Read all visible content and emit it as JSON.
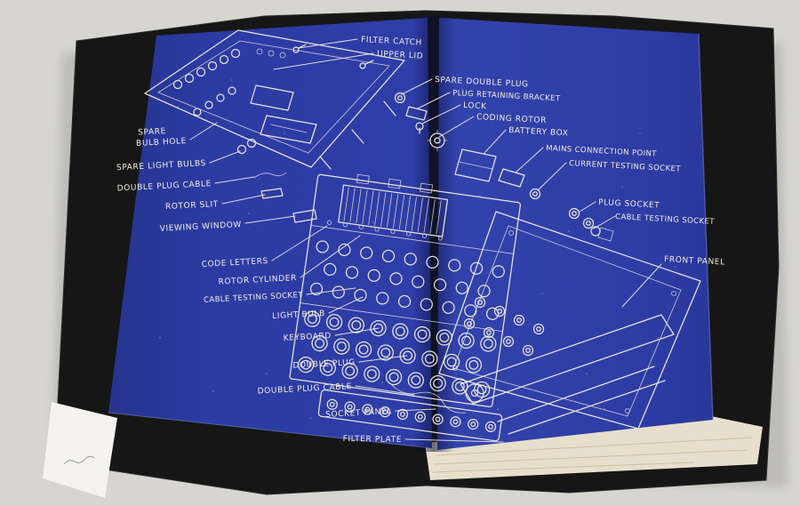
{
  "scene": {
    "colors": {
      "background": "#d6d5d1",
      "cover_black": "#161616",
      "endpaper_blue_left": "#2c3ba2",
      "endpaper_blue_right": "#3343ad",
      "ink_white": "#f1edde",
      "page_edge_cream": "#e7dfcb",
      "flyleaf_white": "#f4f3ef"
    }
  },
  "blueprint": {
    "labels": {
      "filter_catch": "FILTER CATCH",
      "upper_lid": "UPPER LID",
      "spare_double_plug": "SPARE DOUBLE PLUG",
      "plug_retaining_bracket": "PLUG RETAINING BRACKET",
      "lock": "LOCK",
      "coding_rotor": "CODING ROTOR",
      "battery_box": "BATTERY BOX",
      "mains_connection_point": "MAINS CONNECTION POINT",
      "current_testing_socket": "CURRENT TESTING SOCKET",
      "plug_socket": "PLUG SOCKET",
      "cable_testing_socket_right": "CABLE TESTING SOCKET",
      "front_panel": "FRONT PANEL",
      "spare_bulb_hole_line1": "SPARE",
      "spare_bulb_hole_line2": "BULB HOLE",
      "spare_light_bulbs": "SPARE LIGHT BULBS",
      "double_plug_cable_left": "DOUBLE PLUG CABLE",
      "rotor_slit": "ROTOR SLIT",
      "viewing_window": "VIEWING WINDOW",
      "code_letters": "CODE LETTERS",
      "rotor_cylinder": "ROTOR CYLINDER",
      "cable_testing_socket_left": "CABLE TESTING SOCKET",
      "light_bulb": "LIGHT BULB",
      "keyboard": "KEYBOARD",
      "double_plug": "DOUBLE PLUG",
      "double_plug_cable_bottom": "DOUBLE PLUG CABLE",
      "socket_panel": "SOCKET PANEL",
      "filter_plate": "FILTER PLATE"
    }
  }
}
